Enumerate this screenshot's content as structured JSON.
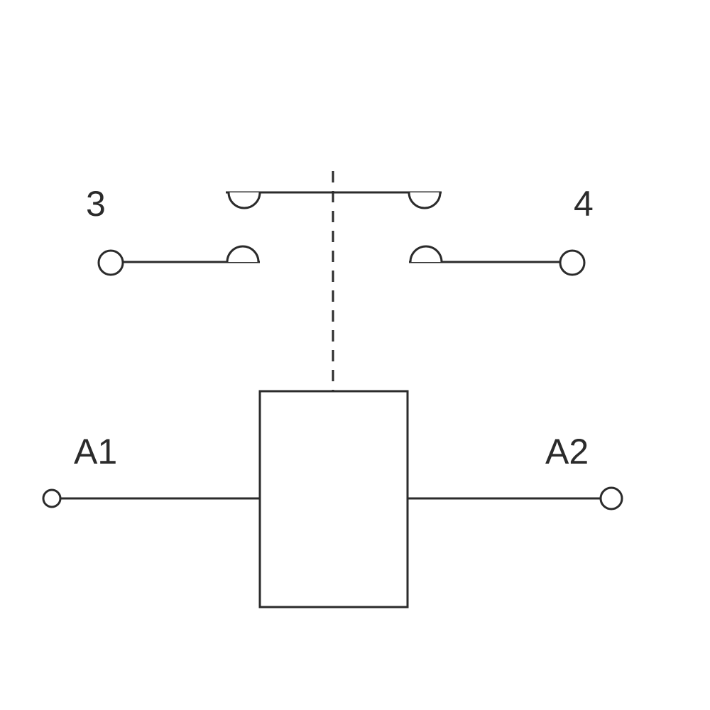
{
  "diagram": {
    "contact_labels": {
      "left": "3",
      "right": "4"
    },
    "coil_labels": {
      "left": "A1",
      "right": "A2"
    },
    "colors": {
      "stroke": "#2b2b2b",
      "background": "#ffffff"
    }
  }
}
